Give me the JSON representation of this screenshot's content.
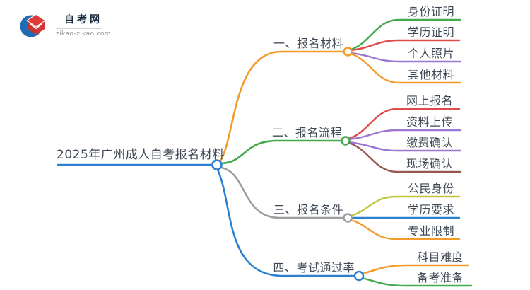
{
  "logo": {
    "title": "自考网",
    "domain": "zikao-zikao.com",
    "icon": "graduation-cap-crescent-icon"
  },
  "palette": {
    "blue": "#2b80d2",
    "orange": "#f59b2c",
    "green": "#44a94d",
    "red": "#dd4b4b",
    "purple": "#9b77cf",
    "brown": "#99564f",
    "gray": "#9d9d9d",
    "olive": "#bfc63d",
    "text": "#3f4a56",
    "logo_navy": "#17293c",
    "logo_blue": "#1e6cb5",
    "logo_red": "#e03a37"
  },
  "mindmap": {
    "root": {
      "label": "2025年广州成人自考报名材料",
      "color": "#2b80d2"
    },
    "branches": [
      {
        "label": "一、报名材料",
        "color": "#f59b2c",
        "children": [
          {
            "label": "身份证明",
            "color": "#44a94d"
          },
          {
            "label": "学历证明",
            "color": "#dd4b4b"
          },
          {
            "label": "个人照片",
            "color": "#9b77cf"
          },
          {
            "label": "其他材料",
            "color": "#f59b2c"
          }
        ]
      },
      {
        "label": "二、报名流程",
        "color": "#44a94d",
        "children": [
          {
            "label": "网上报名",
            "color": "#dd4b4b"
          },
          {
            "label": "资料上传",
            "color": "#9b77cf"
          },
          {
            "label": "缴费确认",
            "color": "#9b77cf"
          },
          {
            "label": "现场确认",
            "color": "#99564f"
          }
        ]
      },
      {
        "label": "三、报名条件",
        "color": "#9d9d9d",
        "children": [
          {
            "label": "公民身份",
            "color": "#bfc63d"
          },
          {
            "label": "学历要求",
            "color": "#2b80d2"
          },
          {
            "label": "专业限制",
            "color": "#f59b2c"
          }
        ]
      },
      {
        "label": "四、考试通过率",
        "color": "#2b80d2",
        "children": [
          {
            "label": "科目难度",
            "color": "#f59b2c"
          },
          {
            "label": "备考准备",
            "color": "#44a94d"
          }
        ]
      }
    ]
  }
}
